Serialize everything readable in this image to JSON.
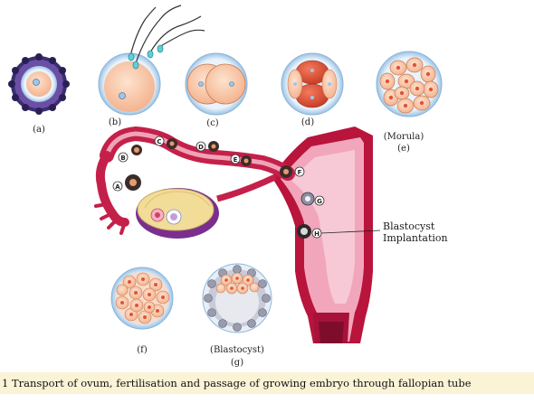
{
  "labels": {
    "a": "(a)",
    "b": "(b)",
    "c": "(c)",
    "d": "(d)",
    "morula": "(Morula)",
    "e": "(e)",
    "f": "(f)",
    "blastocyst": "(Blastocyst)",
    "g": "(g)"
  },
  "markers": [
    "A",
    "B",
    "C",
    "D",
    "E",
    "F",
    "G",
    "H"
  ],
  "callout": {
    "line1": "Blastocyst",
    "line2": "Implantation"
  },
  "caption": "1 Transport of ovum, fertilisation and passage of growing embryo through fallopian tube",
  "colors": {
    "uterus_wall": "#b8143c",
    "uterus_inner": "#f2a6bb",
    "tube": "#c4204a",
    "ovary": "#f1dc98",
    "ovary_base": "#7a2f8f",
    "cell_fill": "#f8c7a4",
    "cell_nucleus": "#d0452e",
    "sperm_head": "#5fd0d8",
    "caption_bg": "#fbf3d6"
  }
}
